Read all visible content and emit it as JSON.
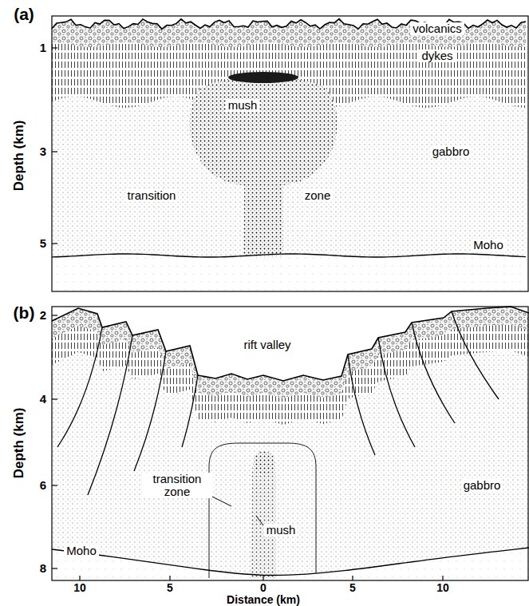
{
  "diagram": {
    "labels": [
      "(a)",
      "1",
      "3",
      "5",
      "Depth (km)",
      "volcanics",
      "dykes",
      "mush",
      "transition",
      "zone",
      "gabbro",
      "Moho",
      "(b)",
      "2",
      "4",
      "6",
      "8",
      "Depth (km)",
      "rift valley",
      "transition zone",
      "mush",
      "gabbro",
      "Moho",
      "10",
      "5",
      "0",
      "5",
      "10",
      "Distance (km)"
    ]
  }
}
